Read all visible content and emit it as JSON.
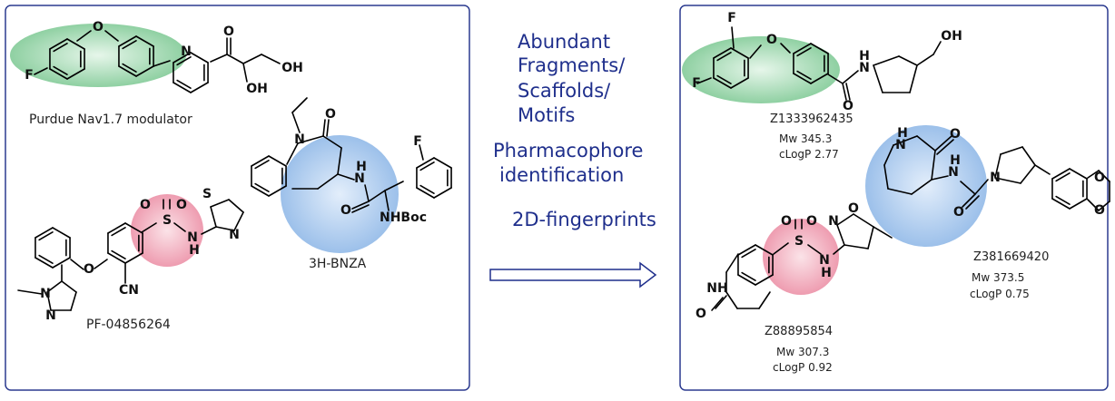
{
  "left_panel": {
    "labels": {
      "purdue": "Purdue Nav1.7 modulator",
      "pf": "PF-04856264",
      "bnza": "3H-BNZA"
    },
    "atoms": {
      "F": "F",
      "O": "O",
      "OH": "OH",
      "N": "N",
      "H": "H",
      "S": "S",
      "CN": "CN",
      "NH": "NH",
      "NHBoc": "NHBoc"
    }
  },
  "middle": {
    "lines": [
      "Abundant",
      "Fragments/",
      "Scaffolds/",
      "Motifs"
    ],
    "pharmacophore": [
      "Pharmacophore",
      "identification"
    ],
    "fingerprints": "2D-fingerprints"
  },
  "right_panel": {
    "compounds": [
      {
        "id": "Z1333962435",
        "mw": "Mw 345.3",
        "clogp": "cLogP 2.77"
      },
      {
        "id": "Z381669420",
        "mw": "Mw 373.5",
        "clogp": "cLogP 0.75"
      },
      {
        "id": "Z88895854",
        "mw": "Mw 307.3",
        "clogp": "cLogP 0.92"
      }
    ]
  },
  "colors": {
    "panel_border": "#2b3a8f",
    "text_blue": "#1f2f8c",
    "green_highlight": "#9fd8b0",
    "pink_highlight": "#f2a9b9",
    "blue_highlight": "#a9c8ee"
  }
}
